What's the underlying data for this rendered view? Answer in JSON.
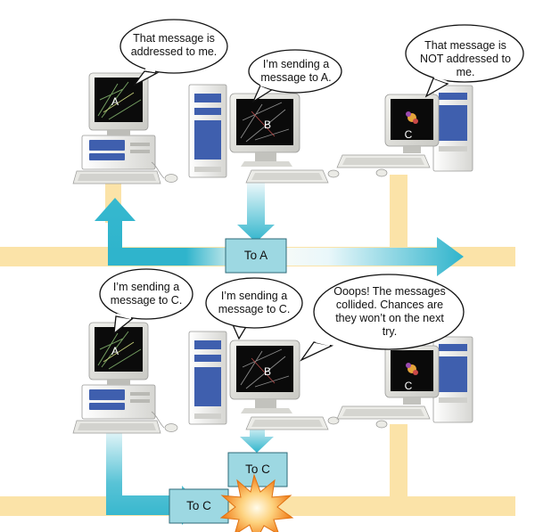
{
  "colors": {
    "bus": "#fbe3a8",
    "arrow": "#2fb4cc",
    "packet_fill": "#9dd8e2",
    "packet_border": "#2e6a78",
    "burst_outer": "#f28a1e",
    "burst_inner": "#fff5d8"
  },
  "top": {
    "computer_a": {
      "label": "A",
      "speech": "That message is addressed to me."
    },
    "computer_b": {
      "label": "B",
      "speech": "I’m sending a message to A."
    },
    "computer_c": {
      "label": "C",
      "speech": "That message is NOT addressed to me."
    },
    "packet": {
      "label": "To A"
    }
  },
  "bottom": {
    "computer_a": {
      "label": "A",
      "speech": "I’m sending a message to C."
    },
    "computer_b": {
      "label": "B",
      "speech": "I’m sending a message to C."
    },
    "computer_c": {
      "label": "C"
    },
    "collision_speech": "Ooops! The messages collided. Chances are they won’t on the next try.",
    "packet_from_a": {
      "label": "To C"
    },
    "packet_from_b": {
      "label": "To C"
    }
  }
}
